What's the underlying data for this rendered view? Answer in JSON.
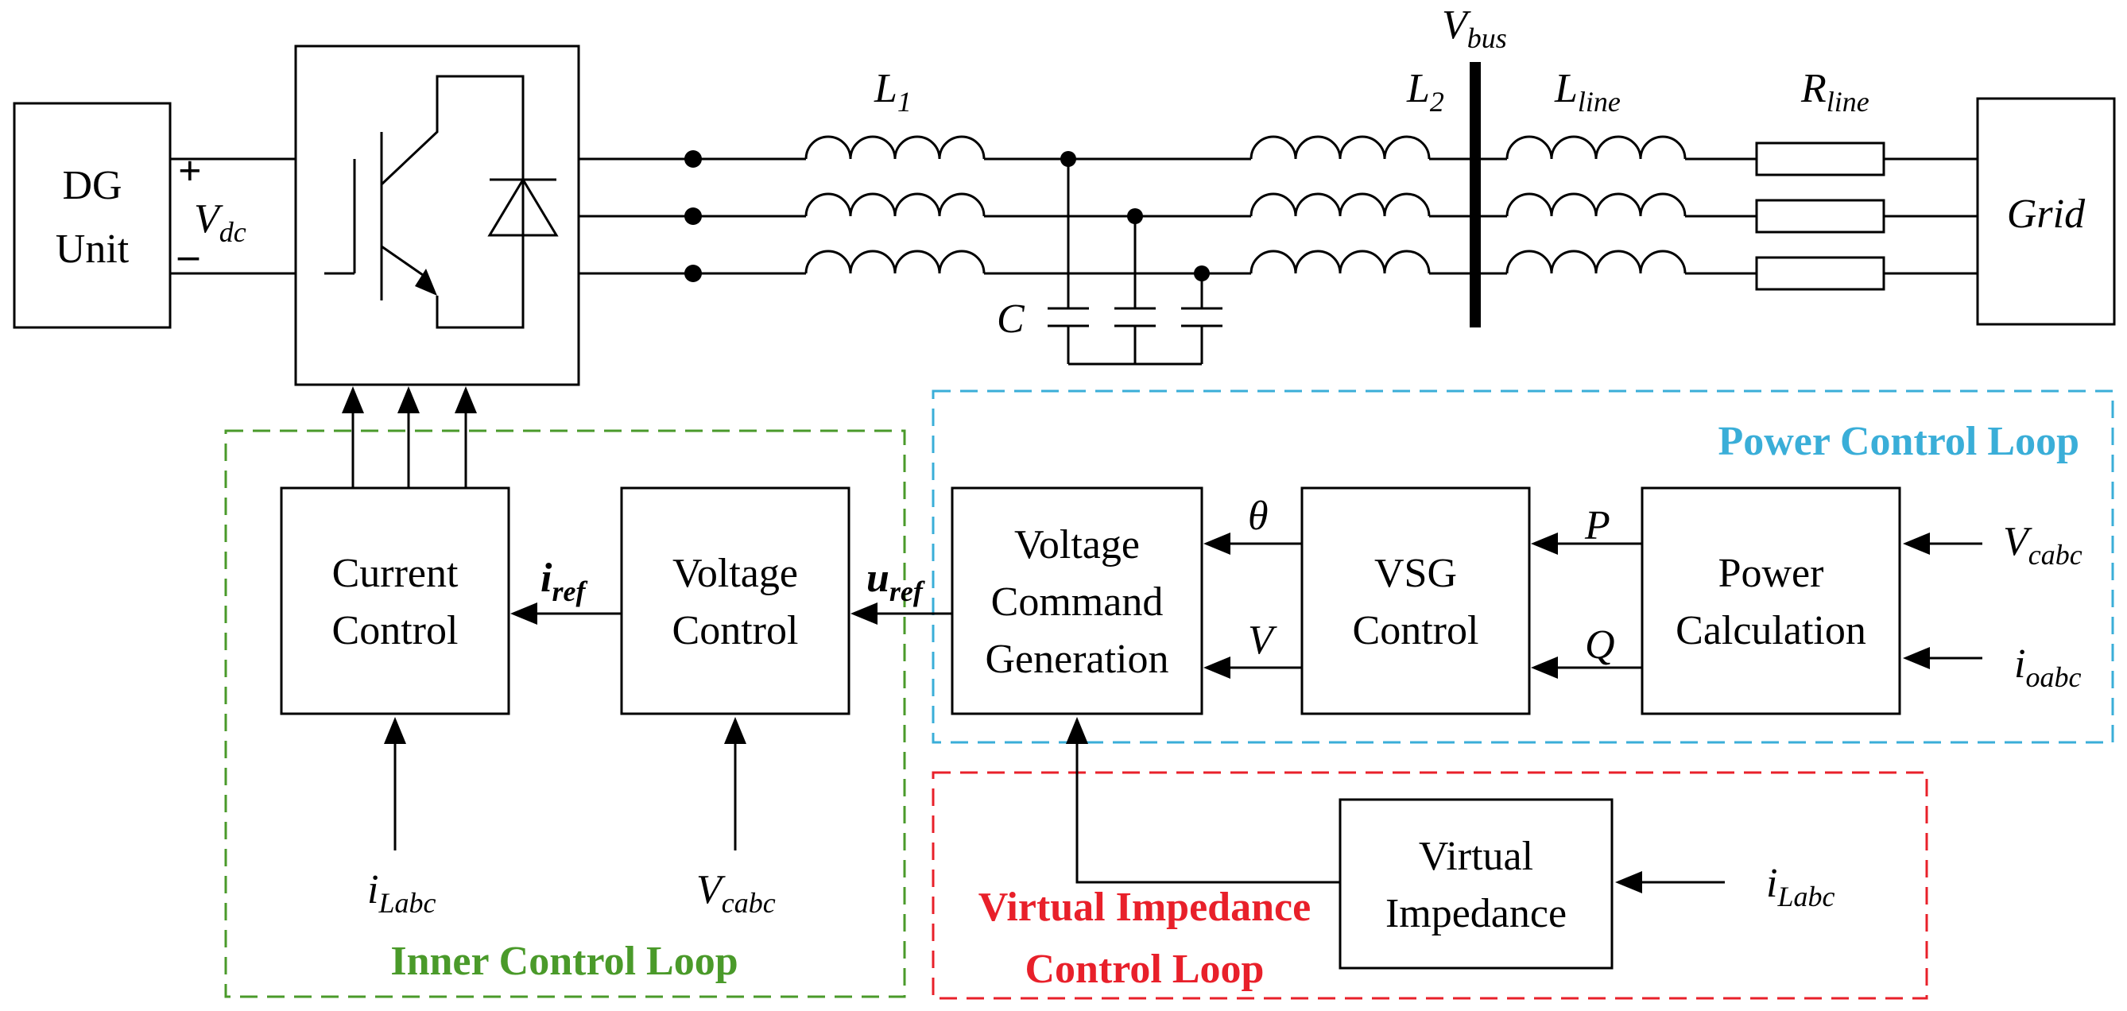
{
  "colors": {
    "inner_loop": "#4a9a2a",
    "power_loop": "#3aaed8",
    "virtual_loop": "#e8202a"
  },
  "dg_unit": {
    "line1": "DG",
    "line2": "Unit"
  },
  "dc_link": {
    "plus": "+",
    "minus": "–",
    "symbol": "V",
    "sub": "dc"
  },
  "grid": {
    "label": "Grid"
  },
  "inductor_l1": {
    "symbol": "L",
    "sub": "1"
  },
  "inductor_l2": {
    "symbol": "L",
    "sub": "2"
  },
  "inductor_line": {
    "symbol": "L",
    "sub": "line"
  },
  "resistor_line": {
    "symbol": "R",
    "sub": "line"
  },
  "capacitor": {
    "symbol": "C"
  },
  "bus": {
    "symbol": "V",
    "sub": "bus"
  },
  "current_control": {
    "line1": "Current",
    "line2": "Control"
  },
  "voltage_control": {
    "line1": "Voltage",
    "line2": "Control"
  },
  "voltage_command": {
    "line1": "Voltage",
    "line2": "Command",
    "line3": "Generation"
  },
  "vsg_control": {
    "line1": "VSG",
    "line2": "Control"
  },
  "power_calculation": {
    "line1": "Power",
    "line2": "Calculation"
  },
  "virtual_impedance": {
    "line1": "Virtual",
    "line2": "Impedance"
  },
  "signals": {
    "i_ref": {
      "symbol": "i",
      "sub": "ref"
    },
    "u_ref": {
      "symbol": "u",
      "sub": "ref"
    },
    "theta": "θ",
    "v": "V",
    "p": "P",
    "q": "Q",
    "v_cabc_in": {
      "symbol": "V",
      "sub": "cabc"
    },
    "i_oabc_in": {
      "symbol": "i",
      "sub": "oabc"
    },
    "i_labc_cc": {
      "symbol": "i",
      "sub": "Labc"
    },
    "v_cabc_vc": {
      "symbol": "V",
      "sub": "cabc"
    },
    "i_labc_vi": {
      "symbol": "i",
      "sub": "Labc"
    }
  },
  "loops": {
    "inner": "Inner Control Loop",
    "power": "Power Control Loop",
    "virtual_line1": "Virtual Impedance",
    "virtual_line2": "Control Loop"
  }
}
